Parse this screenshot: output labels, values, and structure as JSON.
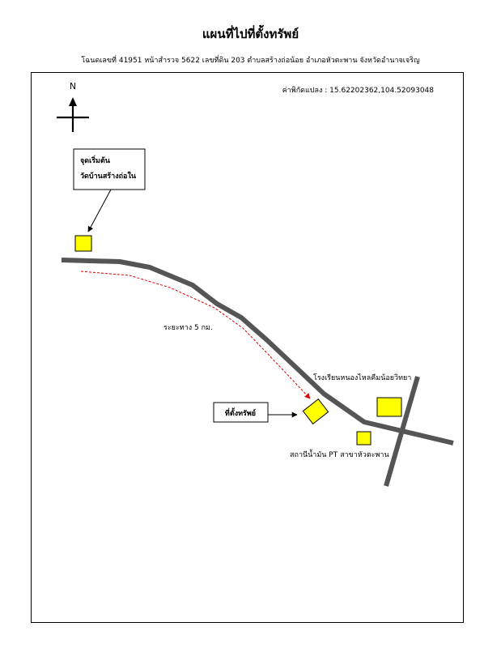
{
  "title": "แผนที่ไปที่ตั้งทรัพย์",
  "subtitle": "โฉนดเลขที่ 41951 หน้าสำรวจ 5622 เลขที่ดิน 203 ตำบลสร้างถ่อน้อย อำเภอหัวตะพาน จังหวัดอำนาจเจริญ",
  "coordinates": "ค่าพิกัดแปลง : 15.62202362,104.52093048",
  "north_label": "N",
  "start_point": {
    "line1": "จุดเริ่มต้น",
    "line2": "วัดบ้านสร้างถ่อใน"
  },
  "distance_label": "ระยะทาง 5 กม.",
  "property_label": "ที่ตั้งทรัพย์",
  "school_label": "โรงเรียนหนองไหลคืมน้อยวิทยา",
  "gas_station_label": "สถานีน้ำมัน PT สาขาหัวตะพาน",
  "colors": {
    "road": "#555555",
    "marker_fill": "#ffff00",
    "route": "#ff0000"
  }
}
